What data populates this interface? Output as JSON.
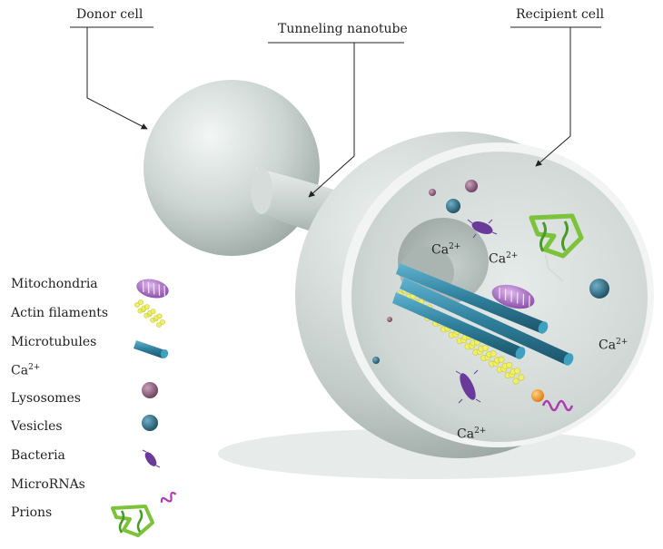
{
  "callouts": {
    "donor_cell": "Donor cell",
    "tunneling_nanotube": "Tunneling nanotube",
    "recipient_cell": "Recipient cell"
  },
  "ca_labels": [
    {
      "base": "Ca",
      "sup": "2+"
    },
    {
      "base": "Ca",
      "sup": "2+"
    },
    {
      "base": "Ca",
      "sup": "2+"
    },
    {
      "base": "Ca",
      "sup": "2+"
    }
  ],
  "legend": {
    "items": [
      {
        "label": "Mitochondria",
        "icon": "mitochondria-icon"
      },
      {
        "label": "Actin filaments",
        "icon": "actin-filaments-icon"
      },
      {
        "label": "Microtubules",
        "icon": "microtubule-icon"
      },
      {
        "label": "Ca",
        "sup": "2+",
        "icon": "calcium-icon"
      },
      {
        "label": "Lysosomes",
        "icon": "lysosome-icon"
      },
      {
        "label": "Vesicles",
        "icon": "vesicle-icon"
      },
      {
        "label": "Bacteria",
        "icon": "bacteria-icon"
      },
      {
        "label": "MicroRNAs",
        "icon": "microrna-icon"
      },
      {
        "label": "Prions",
        "icon": "prion-icon"
      }
    ]
  },
  "colors": {
    "cell": "#c9d3d0",
    "microtubule": "#2f7f9c",
    "actin": "#e6e84a",
    "mitochondria": "#a05ab8",
    "lysosome": "#8a5a78",
    "vesicle": "#2d6a85",
    "bacteria": "#6a3a9a",
    "microrna": "#b03ab0",
    "prion": "#7cc23a",
    "calcium": "#f0a030"
  }
}
